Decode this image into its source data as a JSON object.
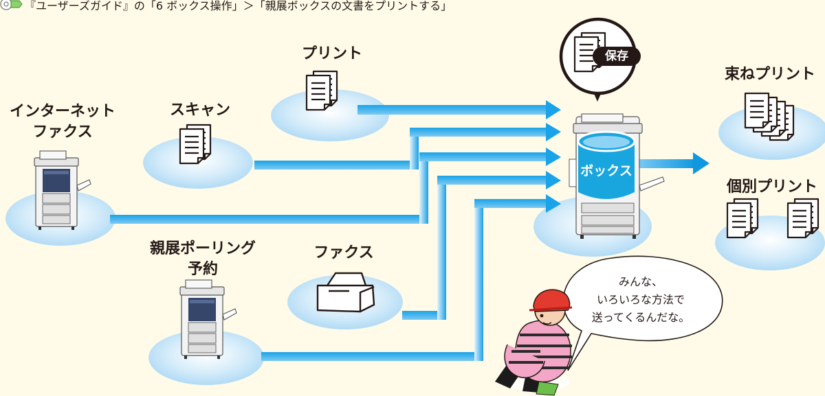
{
  "reference": "『ユーザーズガイド』の「6 ボックス操作」＞「親展ボックスの文書をプリントする」",
  "sources": {
    "print": "プリント",
    "scan": "スキャン",
    "internet_fax": [
      "インターネット",
      "ファクス"
    ],
    "polling": [
      "親展ポーリング",
      "予約"
    ],
    "fax": "ファクス"
  },
  "center": {
    "save_badge": "保存",
    "box_label": "ボックス"
  },
  "outputs": {
    "bundle_print": "束ねプリント",
    "individual_print": "個別プリント"
  },
  "speech_bubble": [
    "みんな、",
    "いろいろな方法で",
    "送ってくるんだな。"
  ],
  "colors": {
    "background": "#fffbe8",
    "arrow_blue": "#1aa3e8",
    "ellipse_blue": "#c3e4f8",
    "box_cyan": "#19a6df",
    "text": "#231815"
  }
}
